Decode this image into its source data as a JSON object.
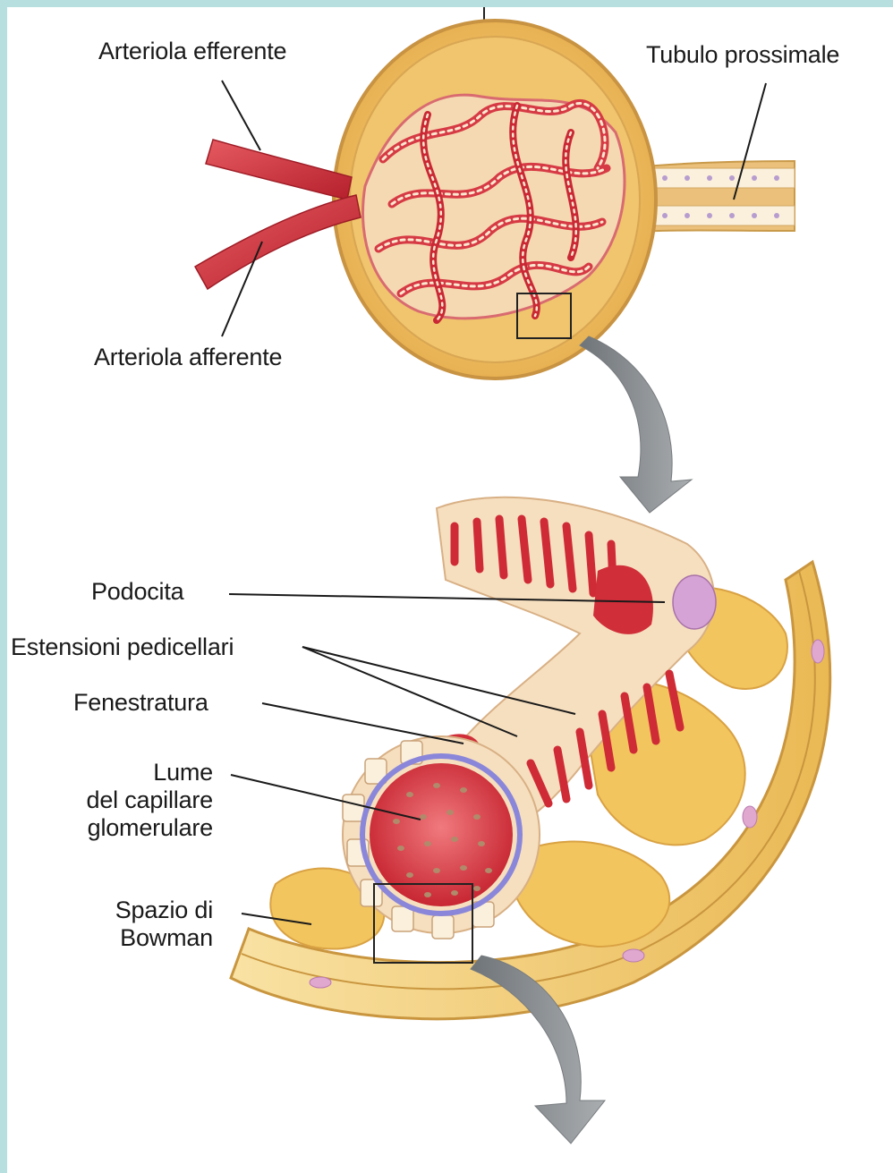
{
  "labels": {
    "arteriola_efferente": "Arteriola efferente",
    "tubulo_prossimale": "Tubulo prossimale",
    "arteriola_afferente": "Arteriola afferente",
    "podocita": "Podocita",
    "estensioni_pedicellari": "Estensioni pedicellari",
    "fenestratura": "Fenestratura",
    "lume": [
      "Lume",
      "del capillare",
      "glomerulare"
    ],
    "spazio": [
      "Spazio di",
      "Bowman"
    ]
  },
  "colors": {
    "frame": "#b8dfe0",
    "capsule": "#e7b860",
    "capsule_fill": "#f3cf7c",
    "vessel": "#cf2b36",
    "vessel_light": "#e9747a",
    "podocyte": "#f3dcb8",
    "nucleus": "#cf9ad6",
    "arrow": "#8e9396"
  }
}
